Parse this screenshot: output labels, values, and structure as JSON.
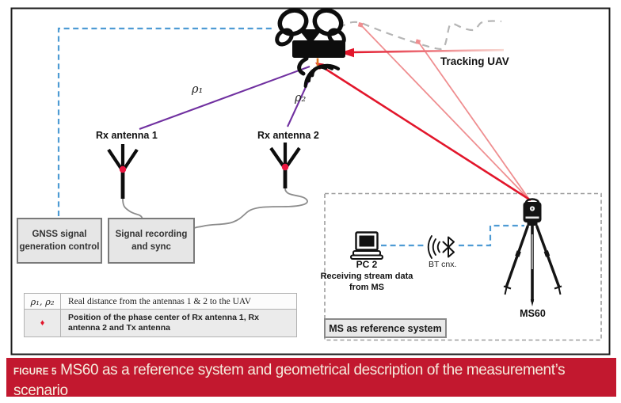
{
  "caption": {
    "label": "FIGURE 5",
    "text": "MS60 as a reference system and geometrical description of the measurement’s scenario"
  },
  "diagram": {
    "tracking_uav_label": "Tracking UAV",
    "rho1_label": "ρ₁",
    "rho2_label": "ρ₂",
    "rx_antenna_1_label": "Rx antenna 1",
    "rx_antenna_2_label": "Rx antenna 2",
    "gnss_box_label": "GNSS signal generation control",
    "signal_box_label": "Signal recording and sync",
    "pc2_label": "PC 2",
    "pc2_sublabel": "Receiving stream data from MS",
    "bt_label": "BT cnx.",
    "ms60_label": "MS60",
    "ms_reference_label": "MS as reference system"
  },
  "legend": {
    "rows": [
      {
        "symbol": "ρ₁, ρ₂",
        "text": "Real distance from the antennas 1 & 2 to the UAV"
      },
      {
        "symbol": "♦",
        "text": "Position of the phase center of Rx antenna 1, Rx antenna 2 and Tx antenna"
      }
    ]
  },
  "colors": {
    "caption_bg": "#c2182f",
    "range_purple": "#7030a0",
    "laser_red": "#e2162b",
    "laser_pink": "#ef8e90",
    "link_blue": "#4e9bd4",
    "trajectory_gray": "#b5b5b5",
    "marker_red": "#ea1640"
  }
}
